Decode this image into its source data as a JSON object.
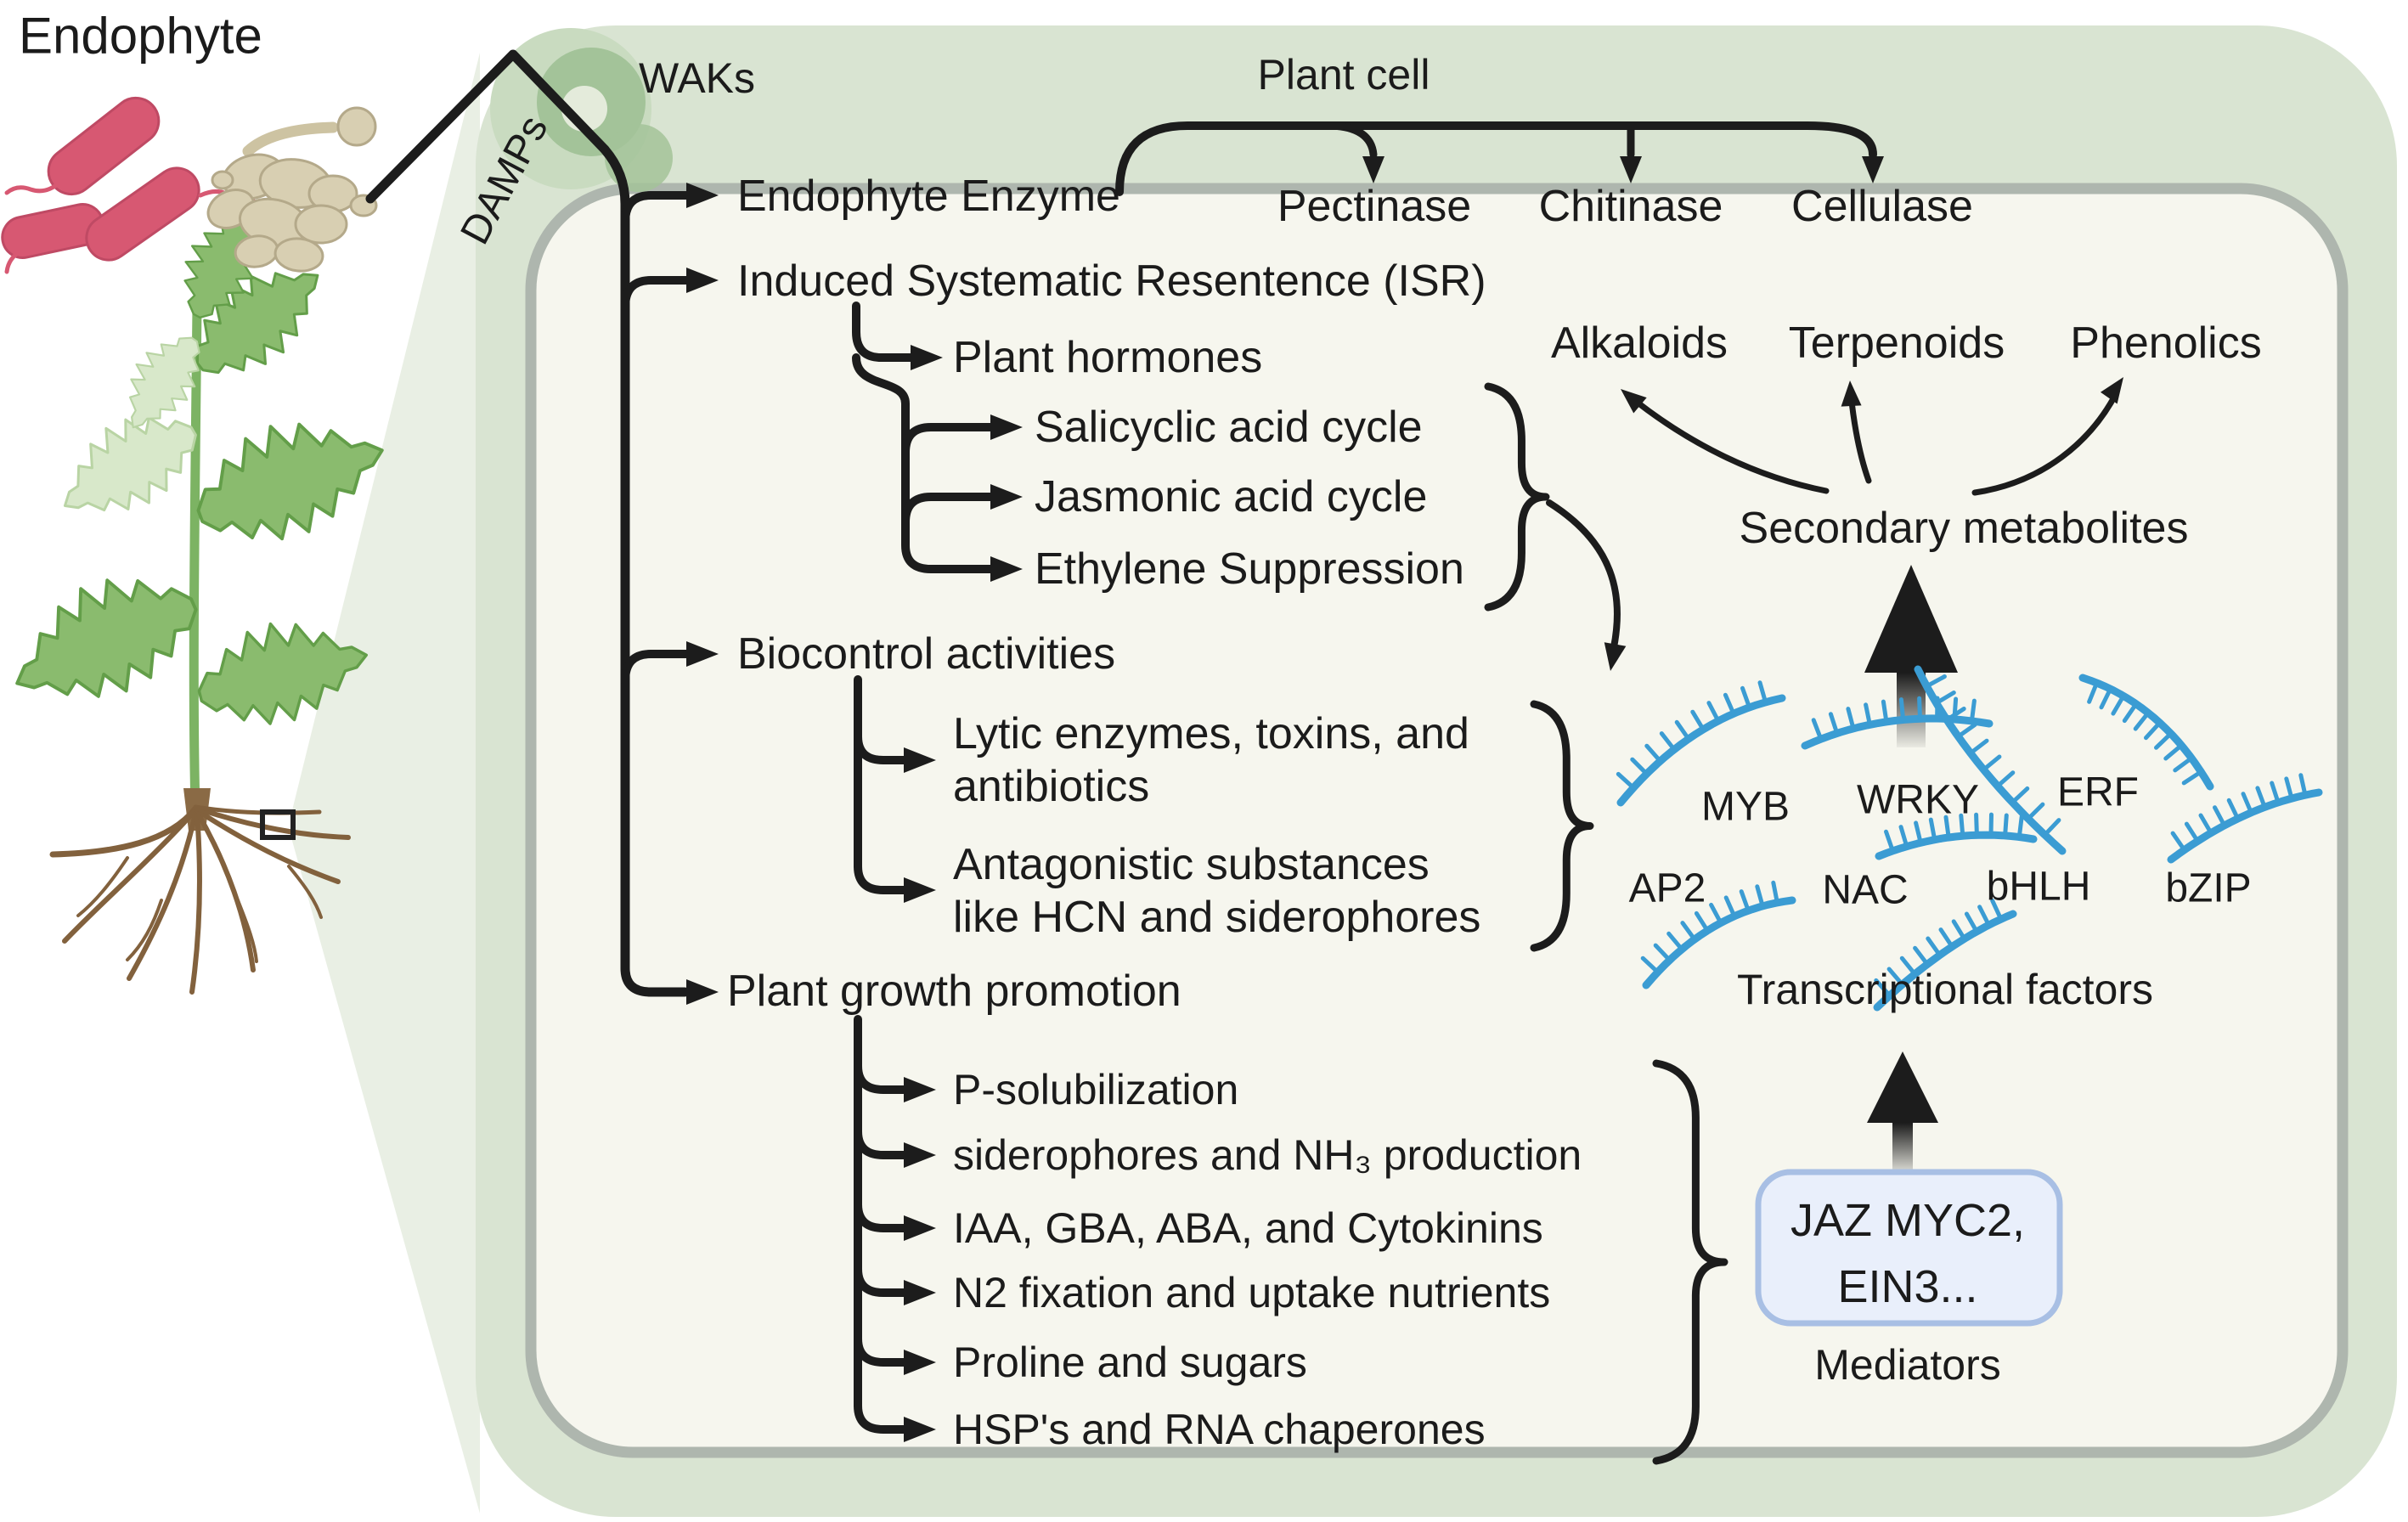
{
  "page": {
    "title": "Endophyte"
  },
  "cell": {
    "title": "Plant cell",
    "receptor_label": "WAKs",
    "signal_label": "DAMPs"
  },
  "enzymes": {
    "label": "Endophyte Enzyme",
    "items": [
      "Pectinase",
      "Chitinase",
      "Cellulase"
    ]
  },
  "isr": {
    "label": "Induced Systematic Resentence (ISR)",
    "hormones": "Plant hormones",
    "cycles": [
      "Salicyclic acid cycle",
      "Jasmonic acid cycle",
      "Ethylene Suppression"
    ]
  },
  "metabolites": {
    "types": [
      "Alkaloids",
      "Terpenoids",
      "Phenolics"
    ],
    "caption": "Secondary metabolites"
  },
  "biocontrol": {
    "label": "Biocontrol activities",
    "item1_line1": "Lytic enzymes, toxins, and",
    "item1_line2": "antibiotics",
    "item2_line1": "Antagonistic substances",
    "item2_line2": "like HCN and siderophores"
  },
  "growth": {
    "label": "Plant growth promotion",
    "items": [
      "P-solubilization",
      "siderophores and NH₃ production",
      "IAA, GBA, ABA, and Cytokinins",
      "N2 fixation and  uptake nutrients",
      "Proline and sugars",
      "HSP's and RNA chaperones"
    ]
  },
  "transcription": {
    "factors": [
      "MYB",
      "WRKY",
      "ERF",
      "AP2",
      "NAC",
      "bHLH",
      "bZIP"
    ],
    "caption": "Transcriptional factors"
  },
  "mediators": {
    "line1": "JAZ MYC2,",
    "line2": "EIN3...",
    "caption": "Mediators"
  },
  "colors": {
    "band": "#d9e4d2",
    "cell": "#f6f6ee",
    "membrane": "#aeb6ae",
    "wedge": "#e9efe4",
    "arrow": "#1c1c1c",
    "strand": "#3b9cd3",
    "mediator_fill": "#e9effb",
    "mediator_border": "#a8bfe4",
    "bacteria": "#d75872",
    "fungus": "#d8cfb2",
    "leaf": "#8abb6e",
    "leaf_pale": "#d8e8ca",
    "root": "#82613d"
  }
}
